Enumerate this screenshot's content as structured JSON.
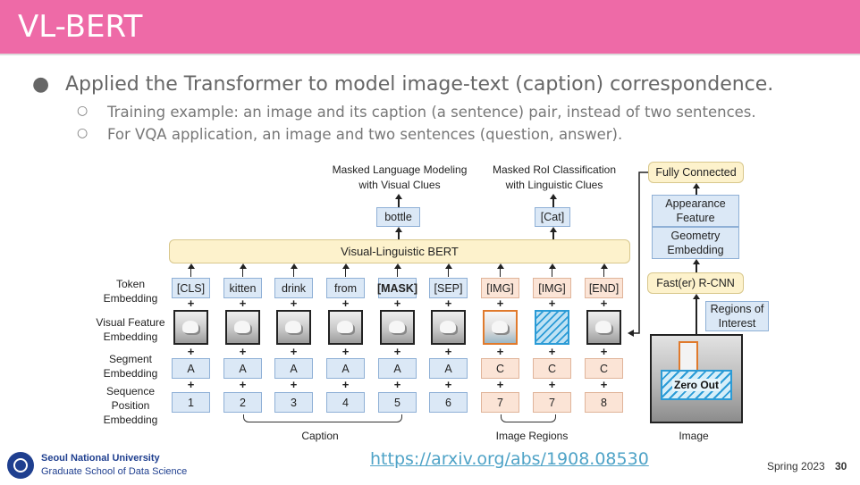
{
  "slide": {
    "title": "VL-BERT",
    "bullet_main": "Applied the Transformer to model image-text (caption) correspondence.",
    "bullet_sub_1": "Training example: an image and its caption (a sentence) pair, instead of two sentences.",
    "bullet_sub_2": "For VQA application, an image and two sentences (question, answer).",
    "link": "https://arxiv.org/abs/1908.08530",
    "term": "Spring 2023",
    "page": "30",
    "university": "Seoul National University",
    "school": "Graduate School of Data Science"
  },
  "diagram": {
    "mlm_title_1": "Masked Language Modeling",
    "mlm_title_2": "with Visual Clues",
    "mrc_title_1": "Masked RoI Classification",
    "mrc_title_2": "with Linguistic Clues",
    "bottle": "bottle",
    "cat": "[Cat]",
    "bert": "Visual-Linguistic BERT",
    "fully_connected": "Fully Connected",
    "appearance_1": "Appearance",
    "appearance_2": "Feature",
    "geometry_1": "Geometry",
    "geometry_2": "Embedding",
    "rcnn": "Fast(er) R-CNN",
    "roi_1": "Regions of",
    "roi_2": "Interest",
    "zero_out": "Zero Out",
    "image_label": "Image",
    "caption_label": "Caption",
    "regions_label": "Image Regions",
    "row_labels": {
      "token_1": "Token",
      "token_2": "Embedding",
      "visual_1": "Visual Feature",
      "visual_2": "Embedding",
      "segment_1": "Segment",
      "segment_2": "Embedding",
      "position_1": "Sequence",
      "position_2": "Position",
      "position_3": "Embedding"
    },
    "tokens": [
      "[CLS]",
      "kitten",
      "drink",
      "from",
      "[MASK]",
      "[SEP]",
      "[IMG]",
      "[IMG]",
      "[END]"
    ],
    "segments": [
      "A",
      "A",
      "A",
      "A",
      "A",
      "A",
      "C",
      "C",
      "C"
    ],
    "positions": [
      "1",
      "2",
      "3",
      "4",
      "5",
      "6",
      "7",
      "7",
      "8"
    ],
    "plus": "+",
    "colors": {
      "title_bar": "#ee6aa7",
      "blue_box": "#dbe8f6",
      "peach_box": "#fbe4d6",
      "yellow_box": "#fdf2cc",
      "link": "#4fa3c7"
    }
  }
}
